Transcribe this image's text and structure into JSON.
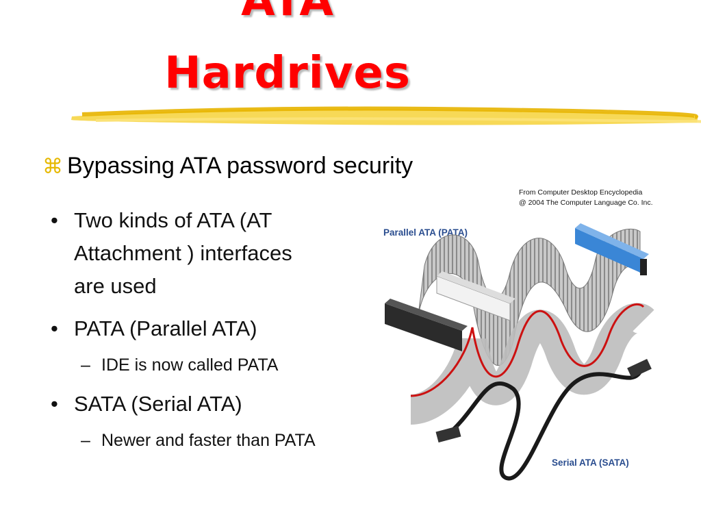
{
  "slide": {
    "title_line1": "ATA",
    "title_line2": "Hardrives",
    "subtitle_symbol": "⌘",
    "subtitle": "Bypassing ATA password security",
    "bullets": [
      {
        "text": "Two kinds of ATA (AT Attachment ) interfaces are used"
      },
      {
        "text": "PATA (Parallel ATA)",
        "sub": "IDE is now called PATA"
      },
      {
        "text": "SATA (Serial ATA)",
        "sub": "Newer and faster than PATA"
      }
    ],
    "bullet_symbol": "•",
    "sub_symbol": "–"
  },
  "figure": {
    "credit_line1": "From Computer Desktop Encyclopedia",
    "credit_line2": "@ 2004  The Computer Language Co. Inc.",
    "label_pata": "Parallel ATA (PATA)",
    "label_sata": "Serial ATA (SATA)"
  },
  "colors": {
    "title": "#ff0000",
    "highlight_stroke": "#f2c200",
    "label_text": "#2a4d8f",
    "connector_blue": "#3a86d6",
    "cable_stripe": "#cc1111"
  }
}
